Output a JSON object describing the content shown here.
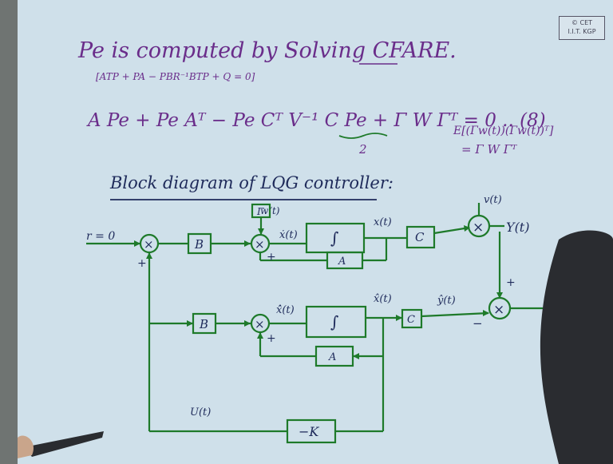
{
  "logo": {
    "line1": "© CET",
    "line2": "I.I.T. KGP"
  },
  "heading": {
    "statement": "Pe is computed by Solving CFARE.",
    "note": "[ATP + PA − PBR⁻¹BTP + Q = 0]"
  },
  "equation": {
    "main": "A Pe + Pe Aᵀ − Pe Cᵀ V⁻¹ C Pe + Γ W Γᵀ = 0 .. (8)",
    "under": "2",
    "side_line1": "E[(Γw(t))(Γw(t))ᵀ]",
    "side_line2": "= Γ W Γᵀ"
  },
  "section_title": "Block diagram of LQG controller:",
  "diagram": {
    "labels": {
      "ref": "r = 0",
      "b_top": "B",
      "gamma": "Γ",
      "w": "w(t)",
      "xdot": "ẋ(t)",
      "integrator_top": "∫",
      "x": "x(t)",
      "c_top": "C",
      "v": "v(t)",
      "y": "Y(t)",
      "a_top": "A",
      "plus": "+",
      "minus": "−",
      "b_bottom": "B",
      "xhatdot": "x̂̇(t)",
      "integrator_bottom": "∫",
      "xhat": "x̂(t)",
      "c_bottom": "C",
      "yhat": "ŷ(t)",
      "a_bottom": "A",
      "u": "U(t)",
      "k": "−K"
    }
  }
}
